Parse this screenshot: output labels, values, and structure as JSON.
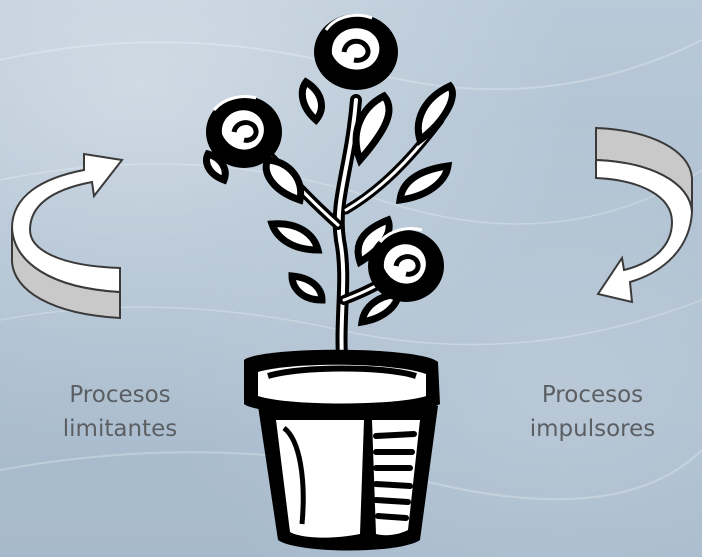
{
  "labels": {
    "left": {
      "line1": "Procesos",
      "line2": "limitantes"
    },
    "right": {
      "line1": "Procesos",
      "line2": "impulsores"
    }
  },
  "icons": {
    "left_arrow": "curved-arrow-up-right-icon",
    "right_arrow": "curved-arrow-down-left-icon",
    "plant": "potted-rose-plant-icon"
  },
  "colors": {
    "background": "#b2c3d4",
    "arrow_light": "#ffffff",
    "arrow_shade": "#c9c9c9",
    "text": "#5b5f63",
    "ink": "#000000"
  }
}
